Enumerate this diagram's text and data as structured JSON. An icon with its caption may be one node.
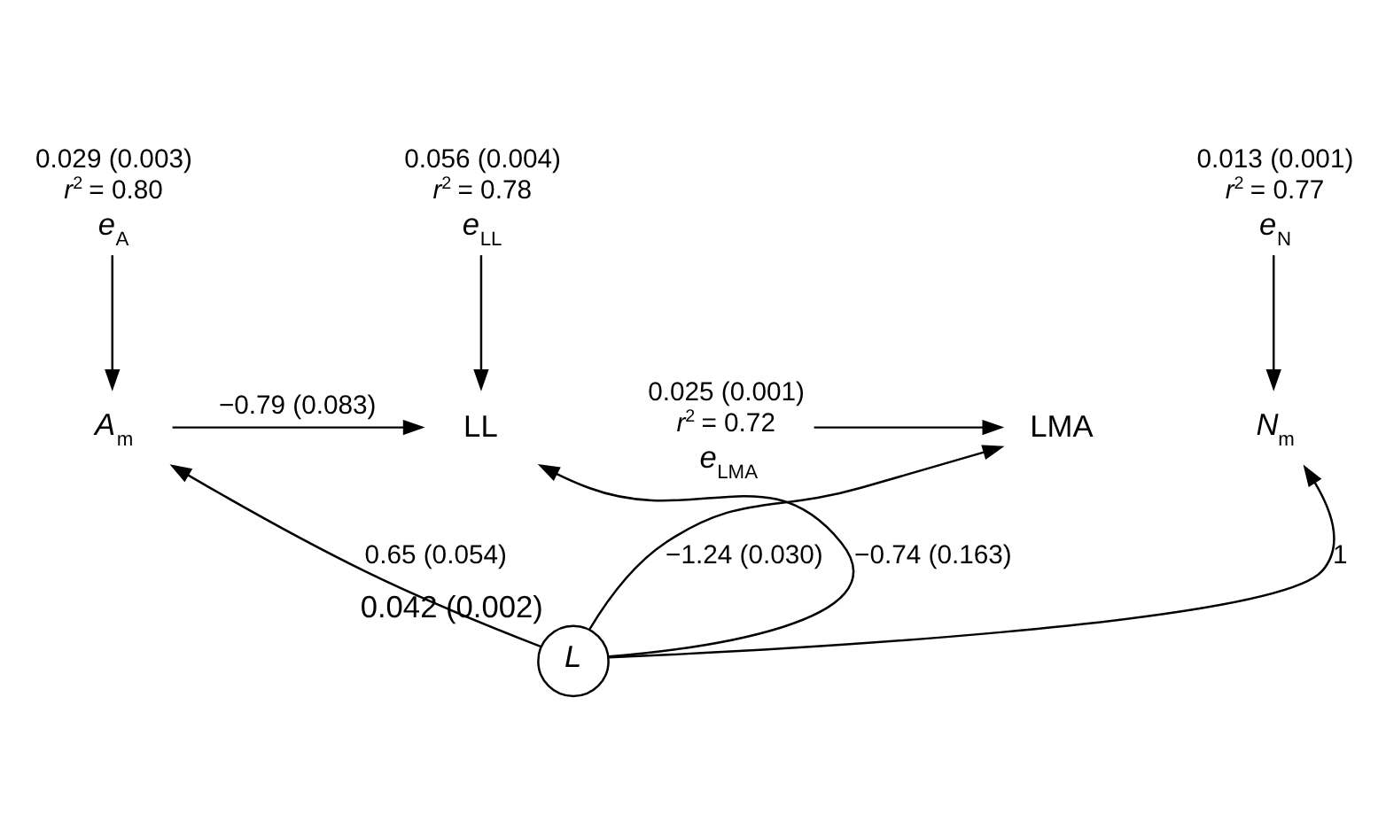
{
  "diagram": {
    "nodes": [
      {
        "text": [
          "*L*"
        ],
        "beside": [
          "0.042 (0.002)"
        ]
      },
      {
        "text": [
          "*A*$_{m}$"
        ]
      },
      {
        "text": [
          "LL"
        ]
      },
      {
        "text": [
          "*N*$_{m}$"
        ]
      },
      {
        "text": [
          "LMA"
        ]
      },
      {
        "text": [
          "*e*$_{A}$"
        ],
        "beside": [
          "0.029 (0.003)",
          "*r*$^{2}$ = 0.80"
        ]
      },
      {
        "text": [
          "*e*$_{LL}$"
        ],
        "beside": [
          "0.056 (0.004)",
          "*r*$^{2}$ = 0.78"
        ]
      },
      {
        "text": [
          "*e*$_{N}$"
        ],
        "beside": [
          "0.013 (0.001)",
          "*r*$^{2}$ = 0.77"
        ]
      },
      {
        "text": [
          "*e*$_{LMA}$"
        ],
        "beside": [
          "0.025 (0.001)",
          "*r*$^{2}$ = 0.72"
        ]
      }
    ],
    "edges": [
      {
        "from": 5,
        "to": 1,
        "arrow": "to"
      },
      {
        "from": 6,
        "to": 2,
        "arrow": "to"
      },
      {
        "from": 7,
        "to": 3,
        "arrow": "to"
      },
      {
        "from": 1,
        "to": 2,
        "arrow": "to",
        "label": "−0.79 (0.083)"
      },
      {
        "from": 0,
        "to": 1,
        "arrow": "to",
        "label": "0.65 (0.054)"
      },
      {
        "from": 0,
        "to": 2,
        "arrow": "to",
        "label": "−0.74 (0.163)"
      },
      {
        "from": 0,
        "to": 3,
        "arrow": "to",
        "label": "1"
      },
      {
        "from": 8,
        "to": 4,
        "arrow": "to"
      },
      {
        "from": 0,
        "to": 4,
        "arrow": "to",
        "label": "−1.24 (0.030)"
      }
    ]
  }
}
